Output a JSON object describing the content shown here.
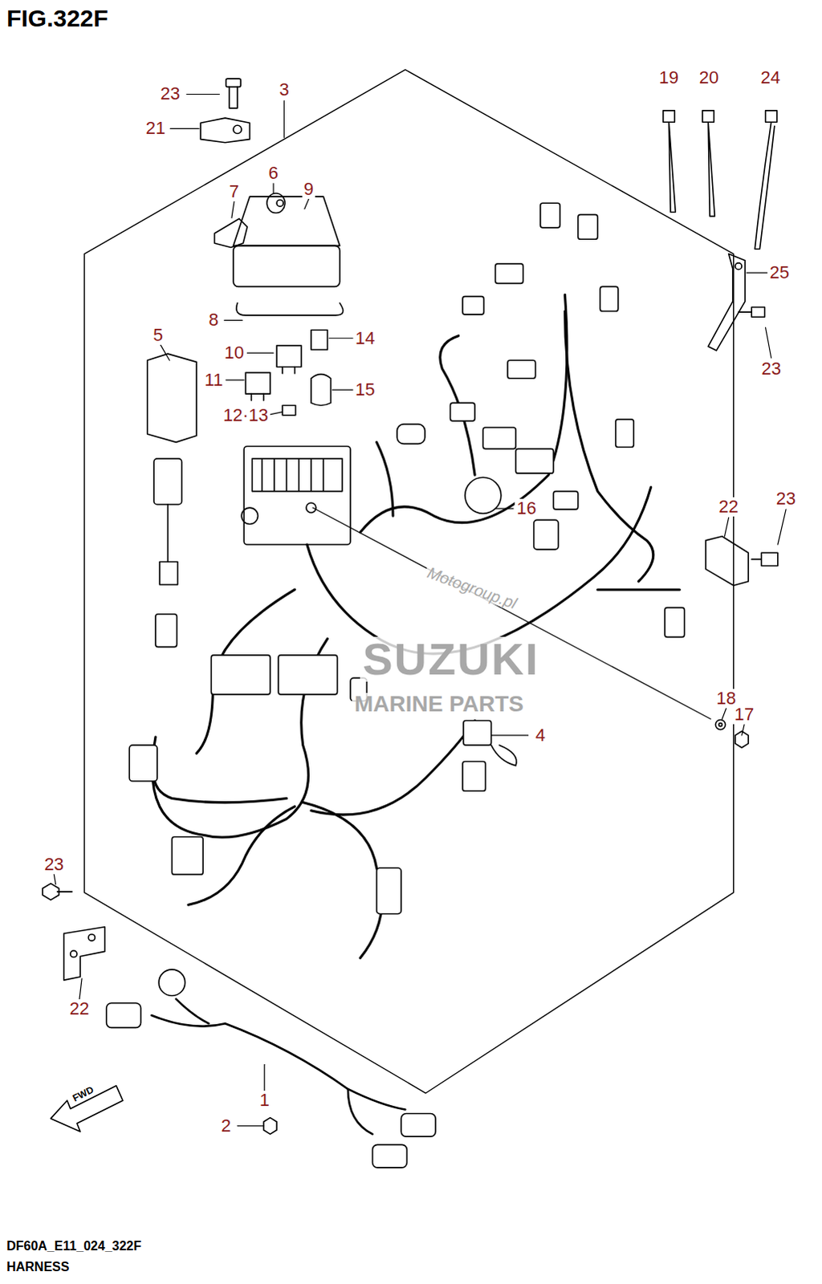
{
  "diagram": {
    "title": "FIG.322F",
    "caption": "HARNESS",
    "labels": [
      "23",
      "3",
      "21",
      "6",
      "9",
      "7",
      "8",
      "5",
      "10",
      "14",
      "11",
      "15",
      "12·13",
      "16",
      "19",
      "20",
      "24",
      "25",
      "23",
      "22",
      "23",
      "18",
      "17",
      "4",
      "23",
      "22",
      "1",
      "2",
      "Motogroup.pl",
      "SUZUKI",
      "MARINE PARTS",
      "FWD",
      "DF60A_E11_024_322F"
    ]
  }
}
